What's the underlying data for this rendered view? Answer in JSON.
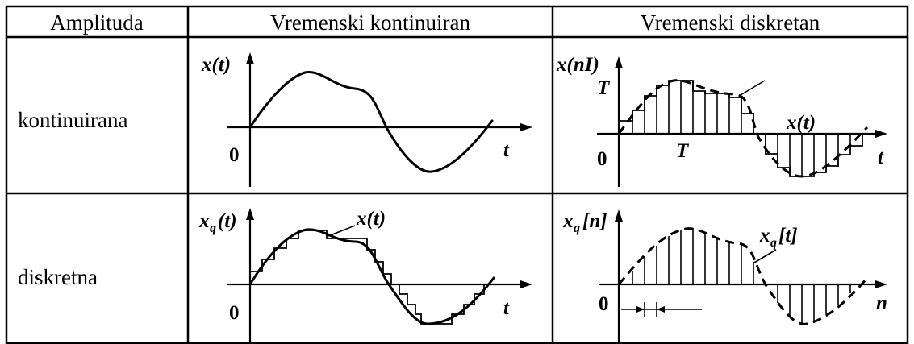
{
  "header": {
    "col1": "Amplituda",
    "col2": "Vremenski kontinuiran",
    "col3": "Vremenski diskretan"
  },
  "rows": {
    "row1": "kontinuirana",
    "row2": "diskretna"
  },
  "plots": {
    "cc": {
      "ylabel": "x(t)",
      "zero": "0",
      "xlabel": "t"
    },
    "cd": {
      "ylabel": "x(nI)",
      "tick_y": "T",
      "tick_x": "T",
      "curve_label": "x(t)",
      "zero": "0",
      "xlabel": "t"
    },
    "dc": {
      "ylabel_base": "x",
      "ylabel_sub": "q",
      "ylabel_arg": "(t)",
      "curve_label": "x(t)",
      "zero": "0",
      "xlabel": "t"
    },
    "dd": {
      "ylabel_base": "x",
      "ylabel_sub": "q",
      "ylabel_arg": "[n]",
      "curve_label_base": "x",
      "curve_label_sub": "q",
      "curve_label_arg": "[t]",
      "zero": "0",
      "xlabel": "n"
    }
  }
}
